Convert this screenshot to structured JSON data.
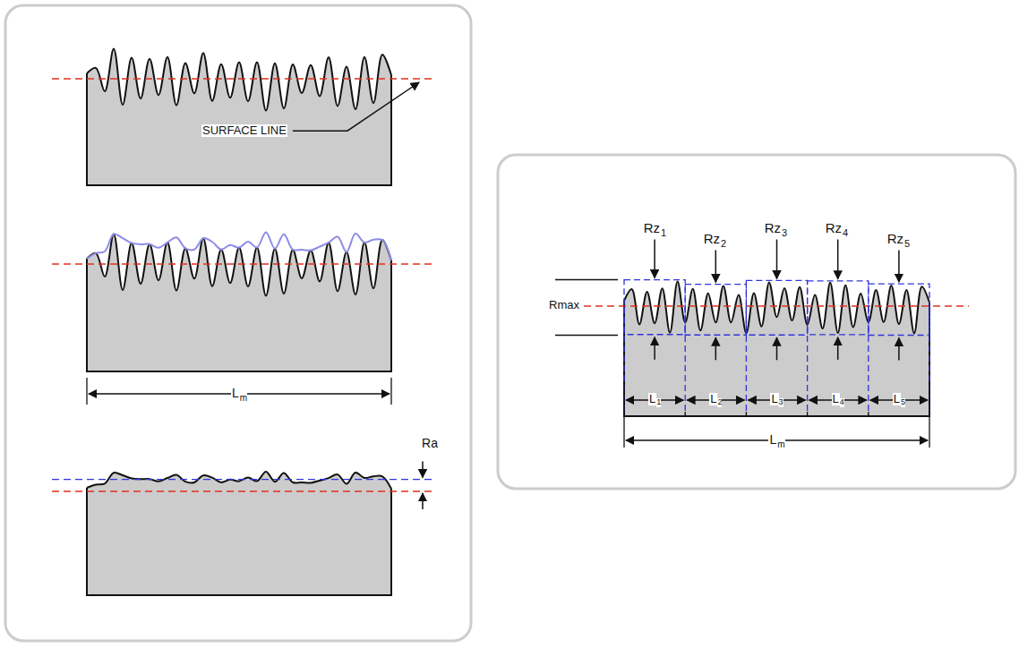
{
  "diagram": {
    "labels": [
      "SURFACE LINE",
      "L",
      "m",
      "Ra",
      "Rz",
      "1",
      "Rz",
      "2",
      "Rz",
      "3",
      "Rz",
      "4",
      "Rz",
      "5",
      "Rmax",
      "L",
      "1",
      "L",
      "2",
      "L",
      "3",
      "L",
      "4",
      "L",
      "5",
      "L",
      "m"
    ]
  }
}
